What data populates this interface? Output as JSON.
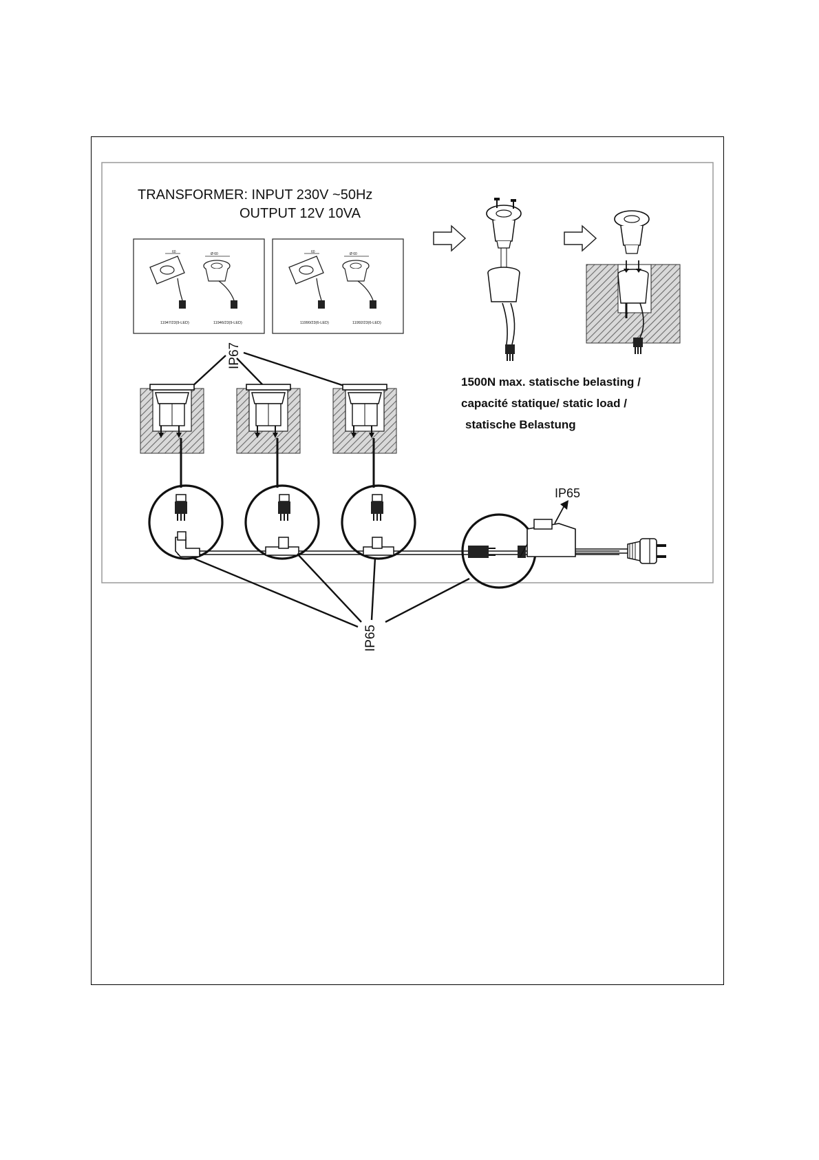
{
  "transformer": {
    "input_line": "TRANSFORMER: INPUT 230V ~50Hz",
    "output_line": "OUTPUT 12V 10VA"
  },
  "products": [
    {
      "code": "11947/23(9-LED)",
      "dim": "60"
    },
    {
      "code": "11946/23(9-LED)",
      "dim": "Ø 60"
    },
    {
      "code": "11990/23(6-LED)",
      "dim": "60"
    },
    {
      "code": "11992/23(6-LED)",
      "dim": "Ø 60"
    }
  ],
  "ratings": {
    "ip67": "IP67",
    "ip65_top": "IP65",
    "ip65_bottom": "IP65",
    "edge_fragment": "IP65"
  },
  "load_text": {
    "line1": "1500N max.  statische belasting /",
    "line2": "capacité statique/ static load /",
    "line3": "statische Belastung"
  },
  "colors": {
    "line": "#111111",
    "panel_bg": "#ffffff",
    "hatch": "#777777"
  }
}
